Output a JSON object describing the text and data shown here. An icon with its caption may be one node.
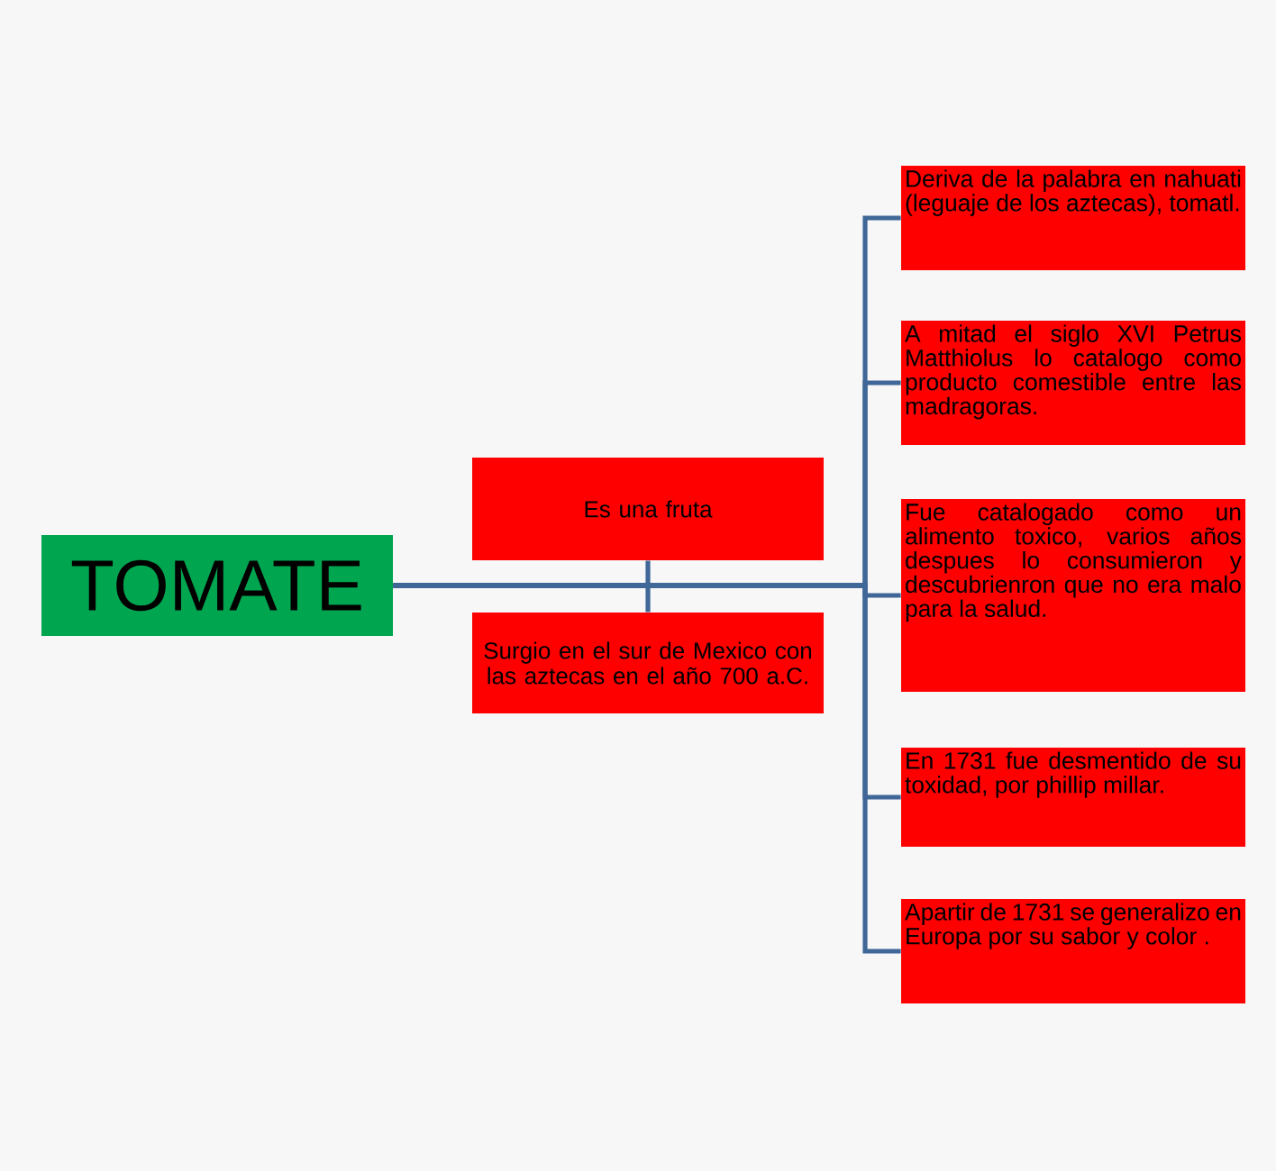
{
  "diagram": {
    "nodes": [
      {
        "text": [
          "TOMATE"
        ]
      },
      {
        "text": [
          "Es una fruta"
        ]
      },
      {
        "text": [
          "Surgio en el sur de Mexico con las aztecas en el año 700 a.C."
        ]
      },
      {
        "text": [
          "Deriva de la palabra en nahuati (leguaje de los aztecas), tomatl."
        ]
      },
      {
        "text": [
          "A mitad el siglo XVI Petrus Matthiolus lo catalogo como producto comestible entre las madragoras."
        ]
      },
      {
        "text": [
          "Fue catalogado como un alimento toxico, varios años despues lo consumieron y descubrienron que no era malo para la salud."
        ]
      },
      {
        "text": [
          "En 1731 fue desmentido de su toxidad, por phillip millar."
        ]
      },
      {
        "text": [
          "Apartir de 1731 se generalizo en Europa por su sabor y color ."
        ]
      }
    ],
    "edges": [
      {
        "from": 0,
        "to": 1,
        "arrow": "none"
      },
      {
        "from": 0,
        "to": 2,
        "arrow": "none"
      },
      {
        "from": 0,
        "to": 3,
        "arrow": "none"
      },
      {
        "from": 0,
        "to": 4,
        "arrow": "none"
      },
      {
        "from": 0,
        "to": 5,
        "arrow": "none"
      },
      {
        "from": 0,
        "to": 6,
        "arrow": "none"
      },
      {
        "from": 0,
        "to": 7,
        "arrow": "none"
      }
    ]
  }
}
